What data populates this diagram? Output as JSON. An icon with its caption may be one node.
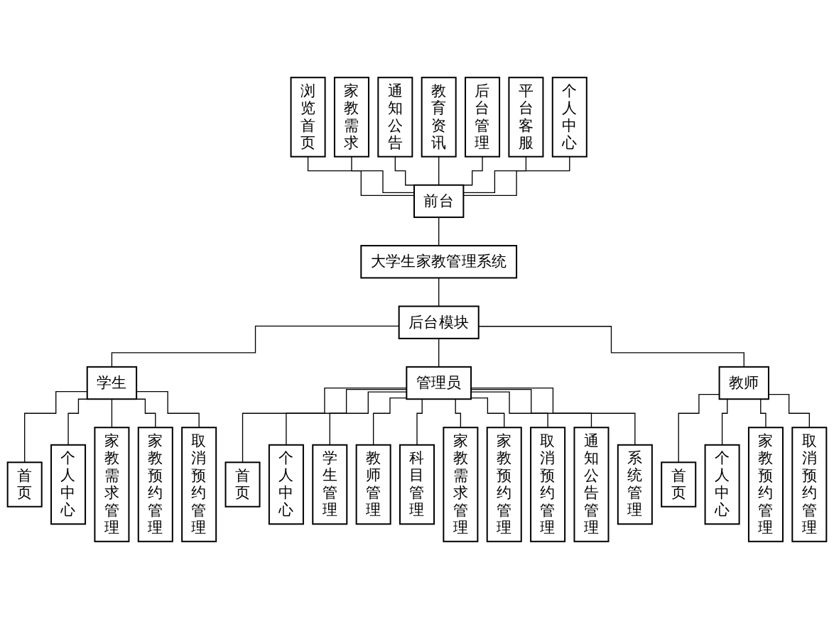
{
  "diagram": {
    "nodes": [
      {
        "text": [
          "浏览首页"
        ]
      },
      {
        "text": [
          "家教需求"
        ]
      },
      {
        "text": [
          "通知公告"
        ]
      },
      {
        "text": [
          "教育资讯"
        ]
      },
      {
        "text": [
          "后台管理"
        ]
      },
      {
        "text": [
          "平台客服"
        ]
      },
      {
        "text": [
          "个人中心"
        ]
      },
      {
        "text": [
          "前台"
        ]
      },
      {
        "text": [
          "大学生家教管理系统"
        ]
      },
      {
        "text": [
          "后台模块"
        ]
      },
      {
        "text": [
          "学生"
        ]
      },
      {
        "text": [
          "管理员"
        ]
      },
      {
        "text": [
          "教师"
        ]
      },
      {
        "text": [
          "首页"
        ]
      },
      {
        "text": [
          "个人中心"
        ]
      },
      {
        "text": [
          "家教需求管理"
        ]
      },
      {
        "text": [
          "家教预约管理"
        ]
      },
      {
        "text": [
          "取消预约管理"
        ]
      },
      {
        "text": [
          "首页"
        ]
      },
      {
        "text": [
          "个人中心"
        ]
      },
      {
        "text": [
          "学生管理"
        ]
      },
      {
        "text": [
          "教师管理"
        ]
      },
      {
        "text": [
          "科目管理"
        ]
      },
      {
        "text": [
          "家教需求管理"
        ]
      },
      {
        "text": [
          "家教预约管理"
        ]
      },
      {
        "text": [
          "取消预约管理"
        ]
      },
      {
        "text": [
          "通知公告管理"
        ]
      },
      {
        "text": [
          "系统管理"
        ]
      },
      {
        "text": [
          "首页"
        ]
      },
      {
        "text": [
          "个人中心"
        ]
      },
      {
        "text": [
          "家教预约管理"
        ]
      },
      {
        "text": [
          "取消预约管理"
        ]
      }
    ],
    "edges": [
      {
        "from": 0,
        "to": 7,
        "arrow": "none"
      },
      {
        "from": 1,
        "to": 7,
        "arrow": "none"
      },
      {
        "from": 2,
        "to": 7,
        "arrow": "none"
      },
      {
        "from": 3,
        "to": 7,
        "arrow": "none"
      },
      {
        "from": 4,
        "to": 7,
        "arrow": "none"
      },
      {
        "from": 5,
        "to": 7,
        "arrow": "none"
      },
      {
        "from": 6,
        "to": 7,
        "arrow": "none"
      },
      {
        "from": 7,
        "to": 8,
        "arrow": "none"
      },
      {
        "from": 8,
        "to": 9,
        "arrow": "none"
      },
      {
        "from": 9,
        "to": 10,
        "arrow": "none"
      },
      {
        "from": 9,
        "to": 11,
        "arrow": "none"
      },
      {
        "from": 9,
        "to": 12,
        "arrow": "none"
      },
      {
        "from": 10,
        "to": 13,
        "arrow": "none"
      },
      {
        "from": 10,
        "to": 14,
        "arrow": "none"
      },
      {
        "from": 10,
        "to": 15,
        "arrow": "none"
      },
      {
        "from": 10,
        "to": 16,
        "arrow": "none"
      },
      {
        "from": 10,
        "to": 17,
        "arrow": "none"
      },
      {
        "from": 11,
        "to": 18,
        "arrow": "none"
      },
      {
        "from": 11,
        "to": 19,
        "arrow": "none"
      },
      {
        "from": 11,
        "to": 20,
        "arrow": "none"
      },
      {
        "from": 11,
        "to": 21,
        "arrow": "none"
      },
      {
        "from": 11,
        "to": 22,
        "arrow": "none"
      },
      {
        "from": 11,
        "to": 23,
        "arrow": "none"
      },
      {
        "from": 11,
        "to": 24,
        "arrow": "none"
      },
      {
        "from": 11,
        "to": 25,
        "arrow": "none"
      },
      {
        "from": 11,
        "to": 26,
        "arrow": "none"
      },
      {
        "from": 11,
        "to": 27,
        "arrow": "none"
      },
      {
        "from": 12,
        "to": 28,
        "arrow": "none"
      },
      {
        "from": 12,
        "to": 29,
        "arrow": "none"
      },
      {
        "from": 12,
        "to": 30,
        "arrow": "none"
      },
      {
        "from": 12,
        "to": 31,
        "arrow": "none"
      }
    ]
  }
}
